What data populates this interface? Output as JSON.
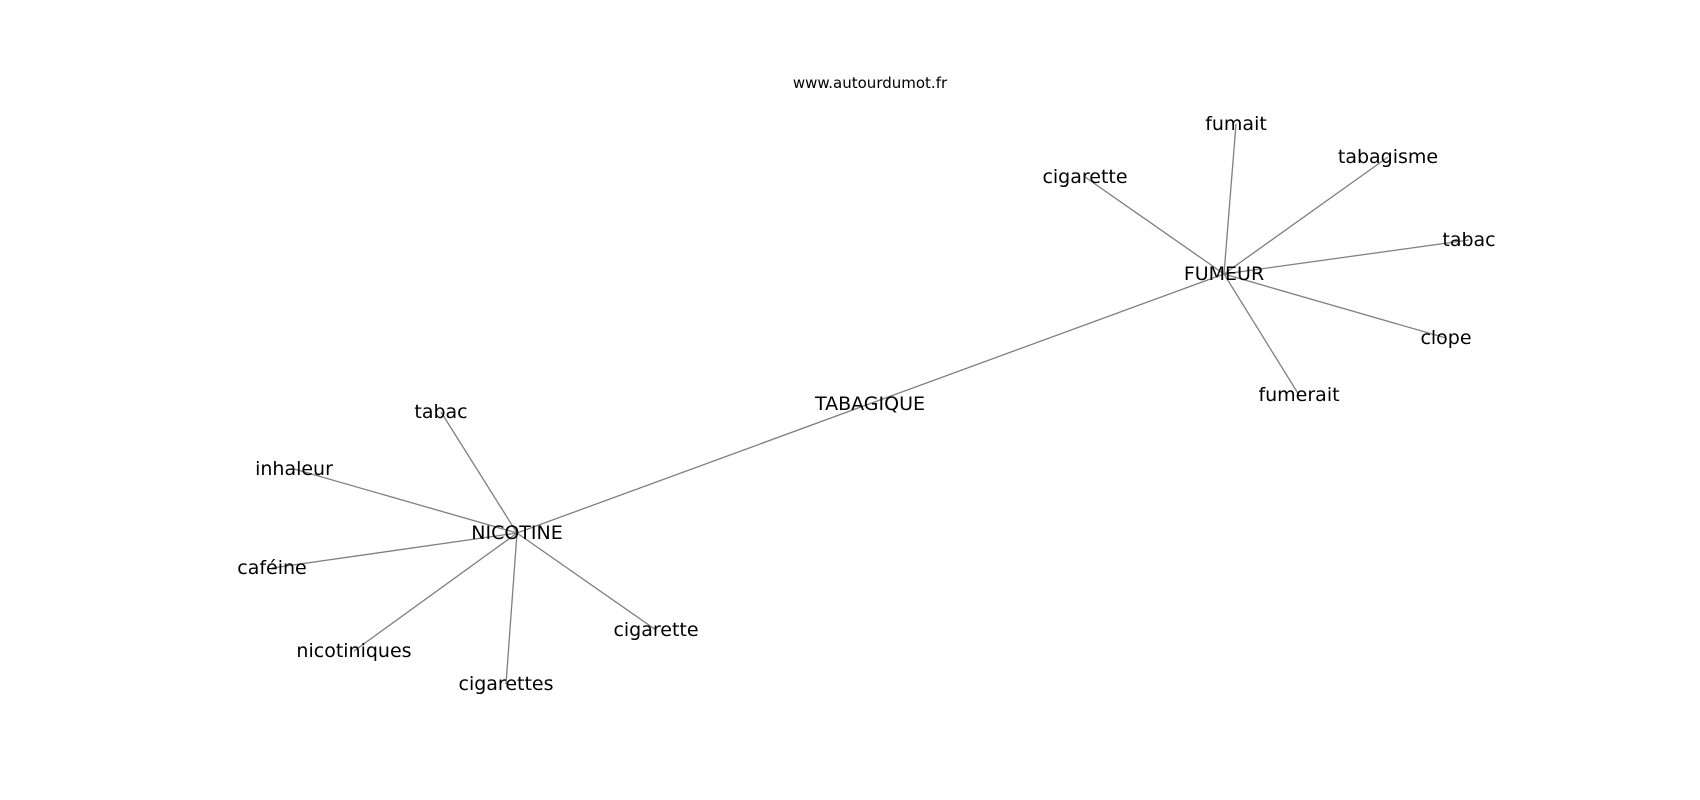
{
  "site": "www.autourdumot.fr",
  "graph": {
    "nodes": [
      {
        "id": "tabagique",
        "label": "TABAGIQUE"
      },
      {
        "id": "fumeur",
        "label": "FUMEUR"
      },
      {
        "id": "nicotine",
        "label": "NICOTINE"
      },
      {
        "id": "f_fumait",
        "label": "fumait"
      },
      {
        "id": "f_tabagisme",
        "label": "tabagisme"
      },
      {
        "id": "f_cigarette",
        "label": "cigarette"
      },
      {
        "id": "f_tabac",
        "label": "tabac"
      },
      {
        "id": "f_clope",
        "label": "clope"
      },
      {
        "id": "f_fumerait",
        "label": "fumerait"
      },
      {
        "id": "n_tabac",
        "label": "tabac"
      },
      {
        "id": "n_inhaleur",
        "label": "inhaleur"
      },
      {
        "id": "n_cafeine",
        "label": "caféine"
      },
      {
        "id": "n_nicotiniques",
        "label": "nicotiniques"
      },
      {
        "id": "n_cigarettes",
        "label": "cigarettes"
      },
      {
        "id": "n_cigarette",
        "label": "cigarette"
      }
    ],
    "edges": [
      [
        "nicotine",
        "fumeur"
      ],
      [
        "fumeur",
        "f_fumait"
      ],
      [
        "fumeur",
        "f_tabagisme"
      ],
      [
        "fumeur",
        "f_cigarette"
      ],
      [
        "fumeur",
        "f_tabac"
      ],
      [
        "fumeur",
        "f_clope"
      ],
      [
        "fumeur",
        "f_fumerait"
      ],
      [
        "nicotine",
        "n_tabac"
      ],
      [
        "nicotine",
        "n_inhaleur"
      ],
      [
        "nicotine",
        "n_cafeine"
      ],
      [
        "nicotine",
        "n_nicotiniques"
      ],
      [
        "nicotine",
        "n_cigarettes"
      ],
      [
        "nicotine",
        "n_cigarette"
      ]
    ]
  }
}
